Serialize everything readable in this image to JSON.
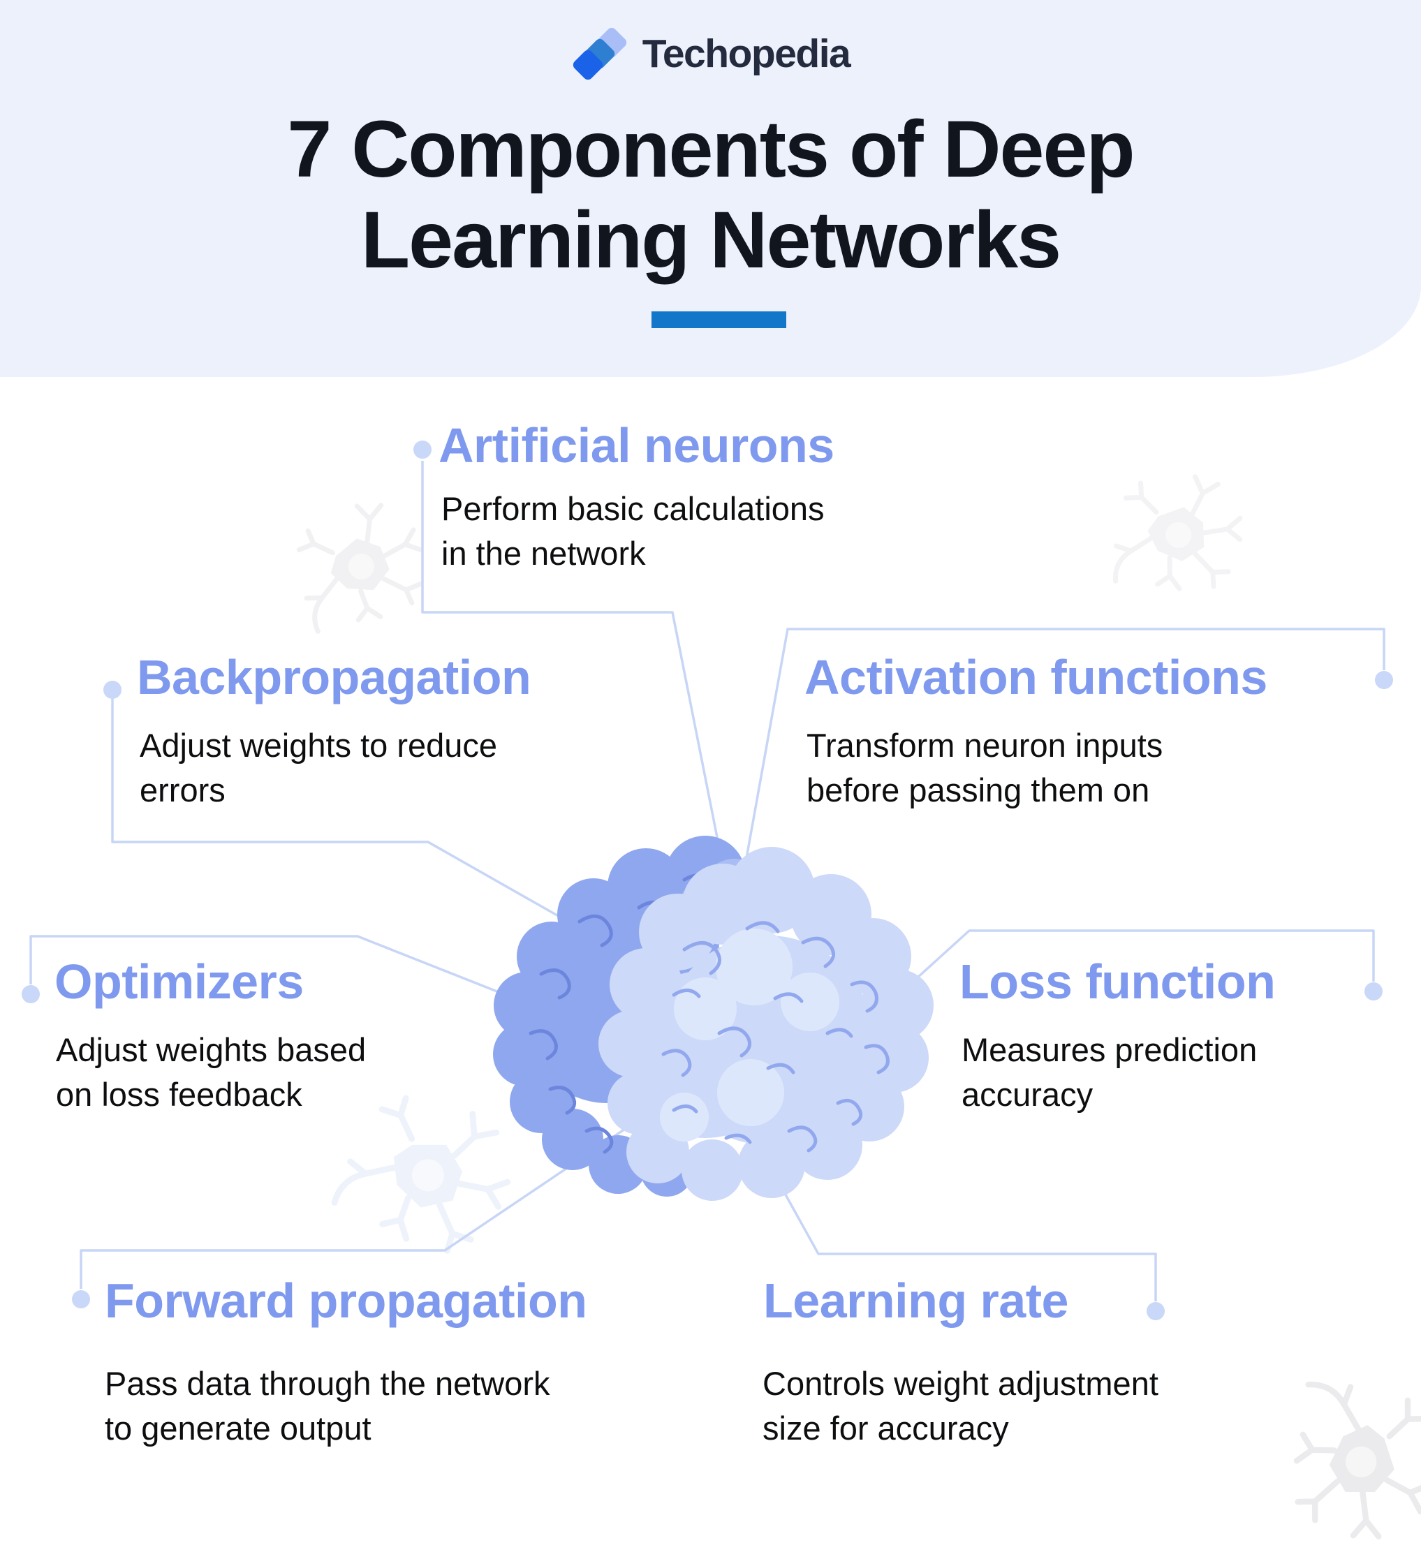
{
  "header": {
    "logo": {
      "text": "Techopedia",
      "icon": "techopedia-diamonds-icon",
      "icon_colors": [
        "#a9bef7",
        "#2e7ed2",
        "#1a62e8"
      ]
    },
    "title_line1": "7 Components of Deep",
    "title_line2": "Learning Networks",
    "title_color": "#11151e",
    "underline_color": "#1277c9",
    "background_color": "#edf1fb"
  },
  "components": [
    {
      "title": "Artificial neurons",
      "desc": "Perform basic calculations\nin the network"
    },
    {
      "title": "Backpropagation",
      "desc": "Adjust weights to reduce\nerrors"
    },
    {
      "title": "Activation functions",
      "desc": "Transform neuron inputs\nbefore passing them on"
    },
    {
      "title": "Optimizers",
      "desc": "Adjust weights based\non loss feedback"
    },
    {
      "title": "Loss function",
      "desc": "Measures prediction\naccuracy"
    },
    {
      "title": "Forward propagation",
      "desc": "Pass data through the network\nto generate output"
    },
    {
      "title": "Learning rate",
      "desc": "Controls weight adjustment\nsize for accuracy"
    }
  ],
  "colors": {
    "heading": "#7e99ee",
    "body_text": "#0d0e10",
    "connector_line": "#c7d5f6",
    "connector_dot": "#c9d7f8",
    "brain_back_lobe": "#8fa7ee",
    "brain_front_lobe": "#cdd9f8",
    "brain_back_folds": "#6d86dd",
    "brain_front_folds": "#92a8ee"
  },
  "illustration": {
    "name": "brain",
    "decorations": "faint neuron cells"
  }
}
